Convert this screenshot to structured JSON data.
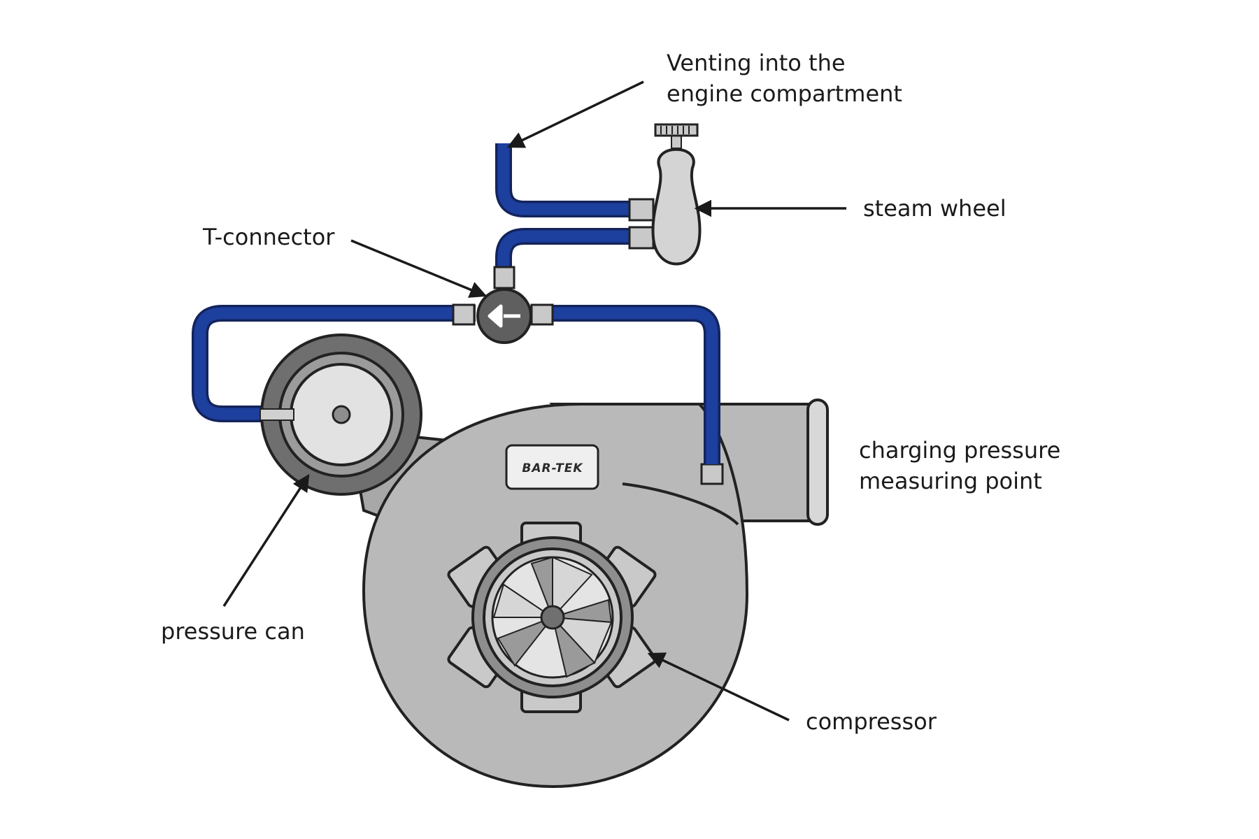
{
  "labels": {
    "venting_line1": "Venting into the",
    "venting_line2": "engine compartment",
    "steam_wheel": "steam wheel",
    "t_connector": "T-connector",
    "charging_line1": "charging pressure",
    "charging_line2": "measuring point",
    "pressure_can": "pressure can",
    "compressor": "compressor"
  },
  "brand": "BAR-TEK",
  "colors": {
    "hose": "#1d3f9e",
    "hose_dark": "#13245c",
    "housing": "#b9b9b9",
    "housing_dark": "#8e8e8e",
    "can_dark": "#6f6f6f",
    "fitting": "#c9c9c9",
    "outline": "#222222",
    "text": "#1a1a1a"
  }
}
